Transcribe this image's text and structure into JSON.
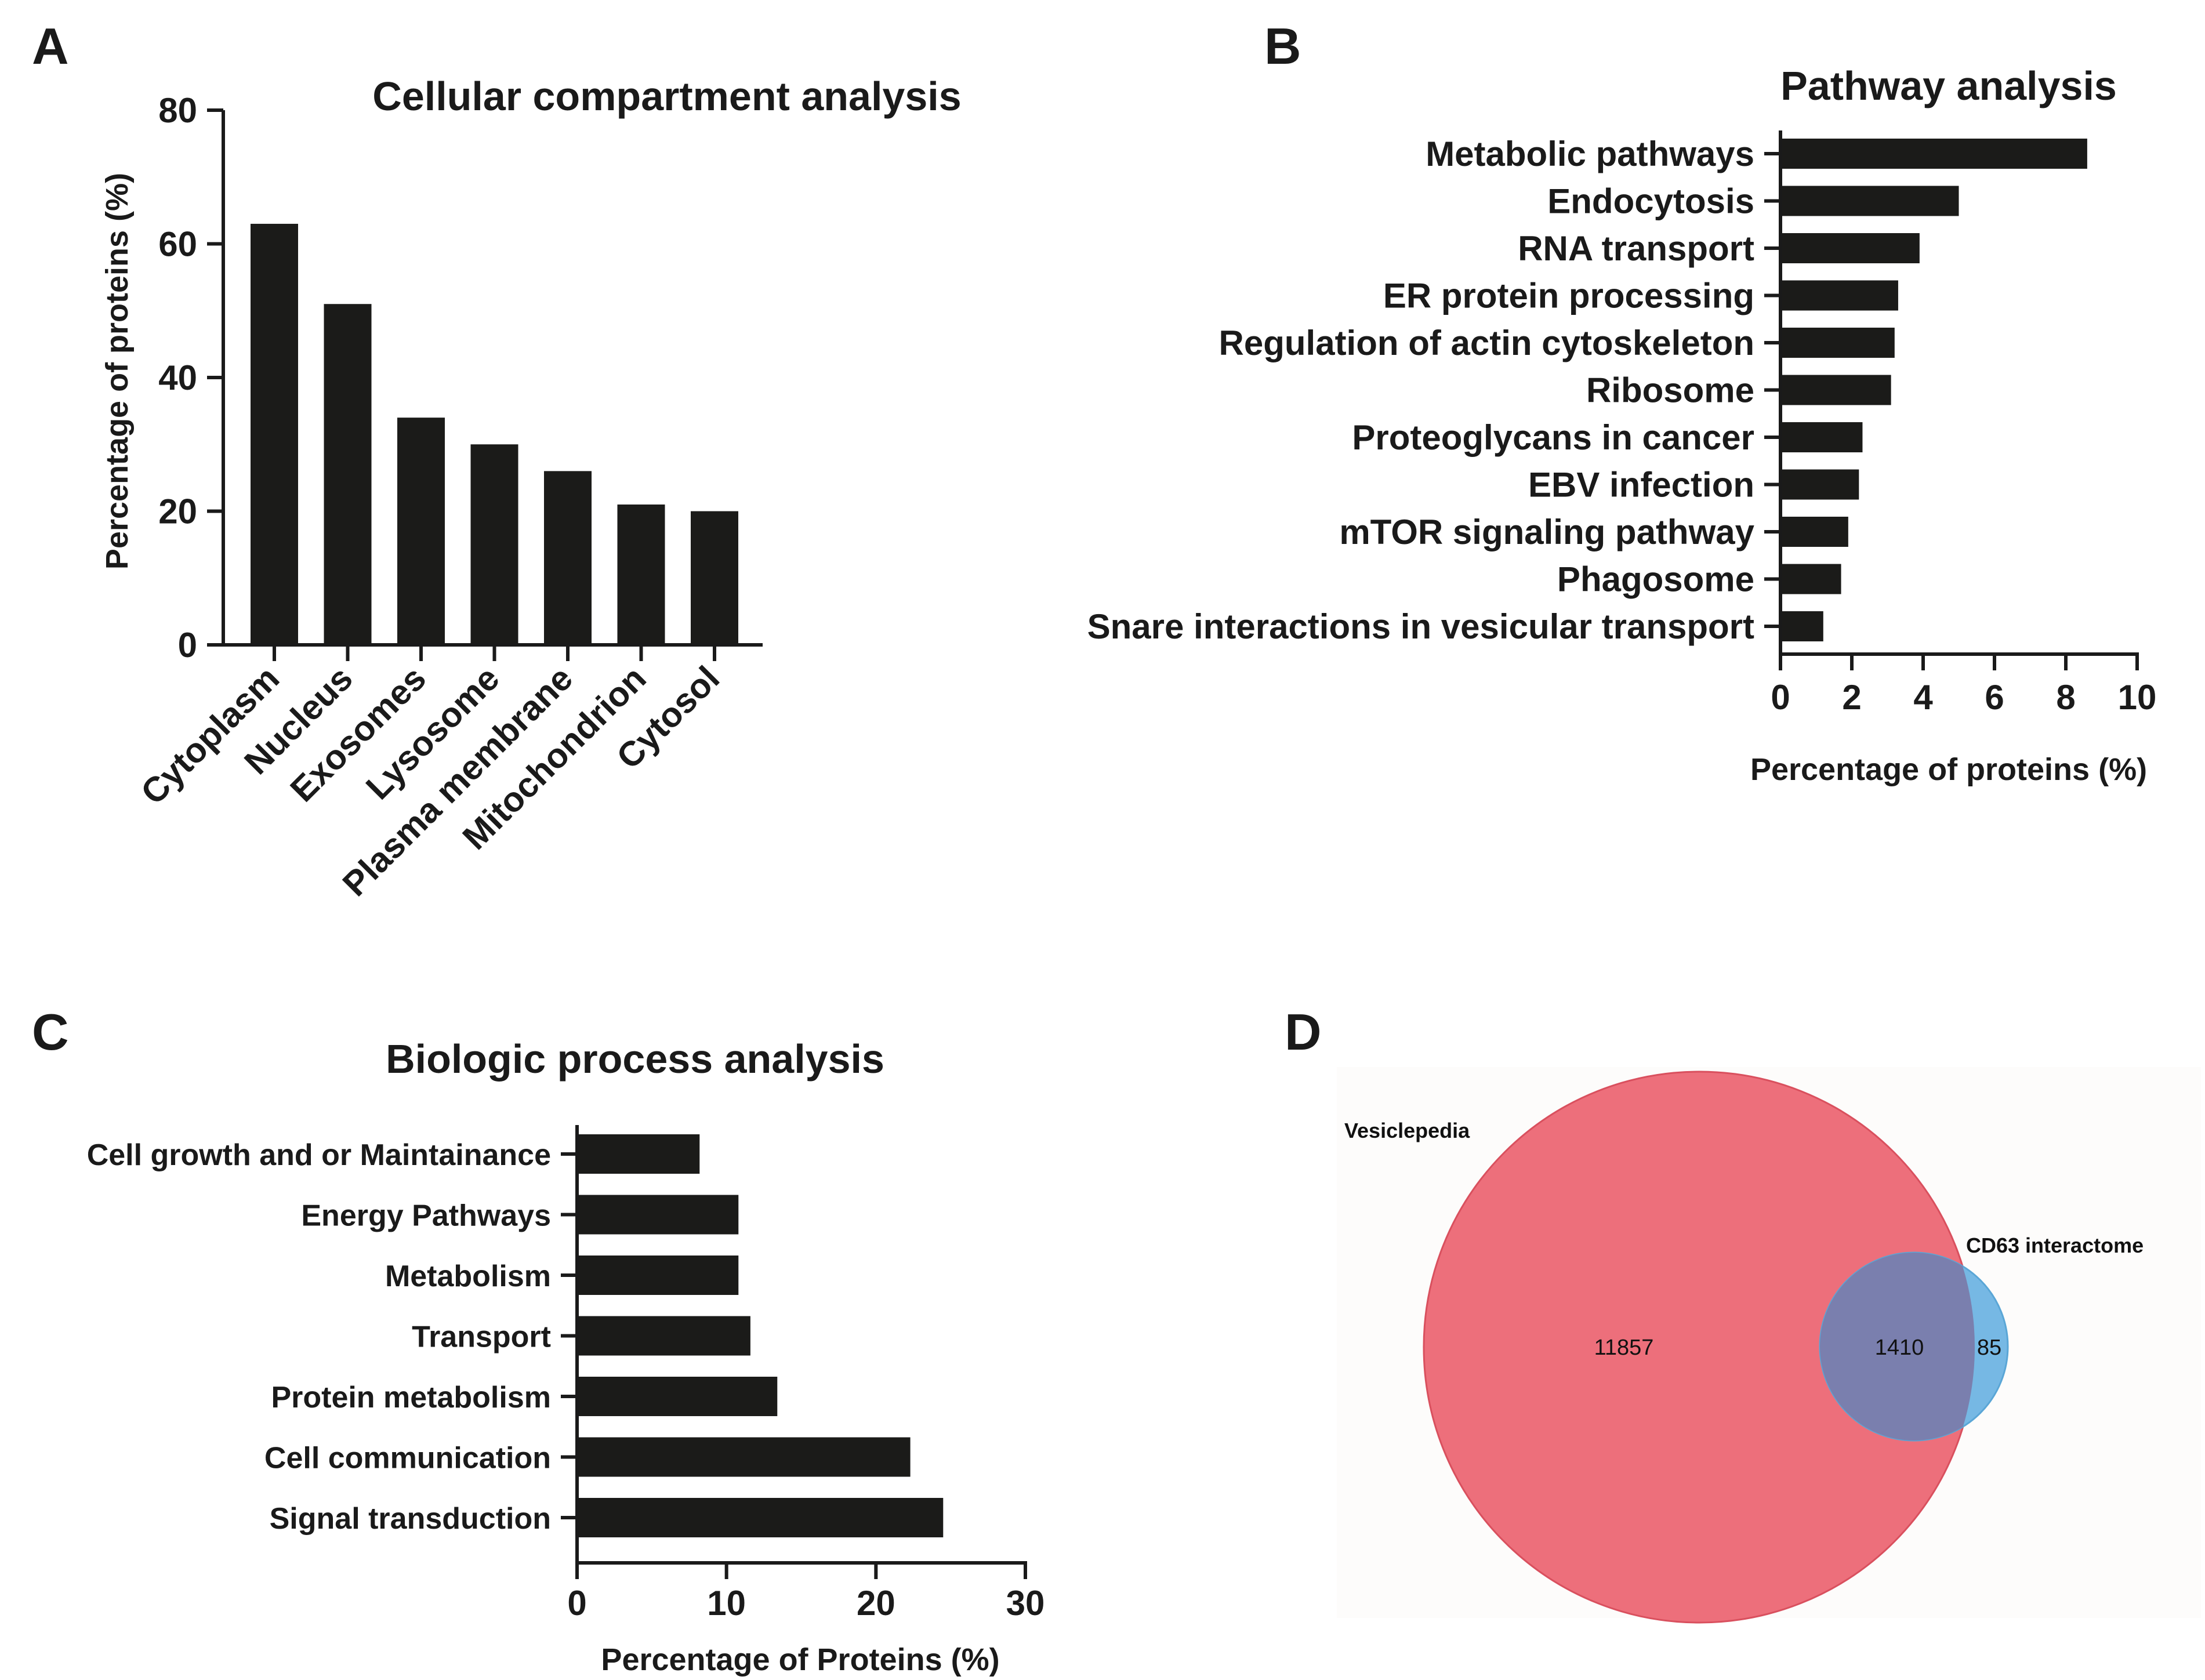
{
  "panels": {
    "a": {
      "letter": "A"
    },
    "b": {
      "letter": "B"
    },
    "c": {
      "letter": "C"
    },
    "d": {
      "letter": "D"
    }
  },
  "colors": {
    "bar": "#1b1b19",
    "axis": "#1a1a1a",
    "venn_large": "#ed6f7b",
    "venn_small": "#76b8e4",
    "venn_overlap": "#7a7fae"
  },
  "chart_data": [
    {
      "id": "A",
      "type": "bar",
      "orientation": "vertical",
      "title": "Cellular compartment analysis",
      "xlabel": "",
      "ylabel": "Percentage of proteins (%)",
      "categories": [
        "Cytoplasm",
        "Nucleus",
        "Exosomes",
        "Lysosome",
        "Plasma membrane",
        "Mitochondrion",
        "Cytosol"
      ],
      "values": [
        63,
        51,
        34,
        30,
        26,
        21,
        20
      ],
      "ylim": [
        0,
        80
      ],
      "yticks": [
        "0",
        "20",
        "40",
        "60",
        "80"
      ],
      "grid": false
    },
    {
      "id": "B",
      "type": "bar",
      "orientation": "horizontal",
      "title": "Pathway analysis",
      "xlabel": "Percentage of proteins (%)",
      "categories": [
        "Metabolic pathways",
        "Endocytosis",
        "RNA transport",
        "ER protein processing",
        "Regulation of actin cytoskeleton",
        "Ribosome",
        "Proteoglycans  in cancer",
        "EBV infection",
        "mTOR signaling pathway",
        "Phagosome",
        "Snare interactions in vesicular transport"
      ],
      "values": [
        8.6,
        5.0,
        3.9,
        3.3,
        3.2,
        3.1,
        2.3,
        2.2,
        1.9,
        1.7,
        1.2
      ],
      "xlim": [
        0,
        10
      ],
      "xticks": [
        "0",
        "2",
        "4",
        "6",
        "8",
        "10"
      ],
      "grid": false
    },
    {
      "id": "C",
      "type": "bar",
      "orientation": "horizontal",
      "title": "Biologic process analysis",
      "xlabel": "Percentage of Proteins (%)",
      "categories": [
        "Cell growth and or Maintainance",
        "Energy Pathways",
        "Metabolism",
        "Transport",
        "Protein metabolism",
        "Cell communication",
        "Signal transduction"
      ],
      "values": [
        8.2,
        10.8,
        10.8,
        11.6,
        13.4,
        22.3,
        24.5
      ],
      "xlim": [
        0,
        30
      ],
      "xticks": [
        "0",
        "10",
        "20",
        "30"
      ],
      "grid": false
    },
    {
      "id": "D",
      "type": "venn",
      "sets": [
        "Vesiclepedia",
        "CD63 interactome"
      ],
      "only_vesiclepedia": "11857",
      "overlap": "1410",
      "only_cd63": "85"
    }
  ]
}
